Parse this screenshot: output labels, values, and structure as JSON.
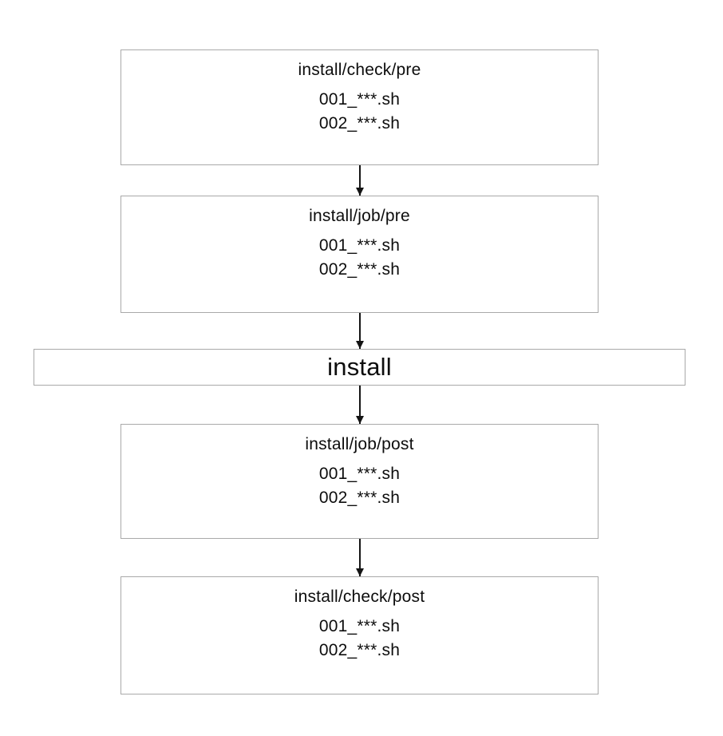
{
  "diagram": {
    "description_colors": {
      "background": "#ffffff",
      "box_border": "#a9a9a9",
      "text": "#0d0d0d",
      "arrow": "#141414"
    },
    "stages": [
      {
        "title": "install/check/pre",
        "scripts": [
          "001_***.sh",
          "002_***.sh"
        ]
      },
      {
        "title": "install/job/pre",
        "scripts": [
          "001_***.sh",
          "002_***.sh"
        ]
      },
      {
        "title": "install",
        "scripts": []
      },
      {
        "title": "install/job/post",
        "scripts": [
          "001_***.sh",
          "002_***.sh"
        ]
      },
      {
        "title": "install/check/post",
        "scripts": [
          "001_***.sh",
          "002_***.sh"
        ]
      }
    ]
  }
}
